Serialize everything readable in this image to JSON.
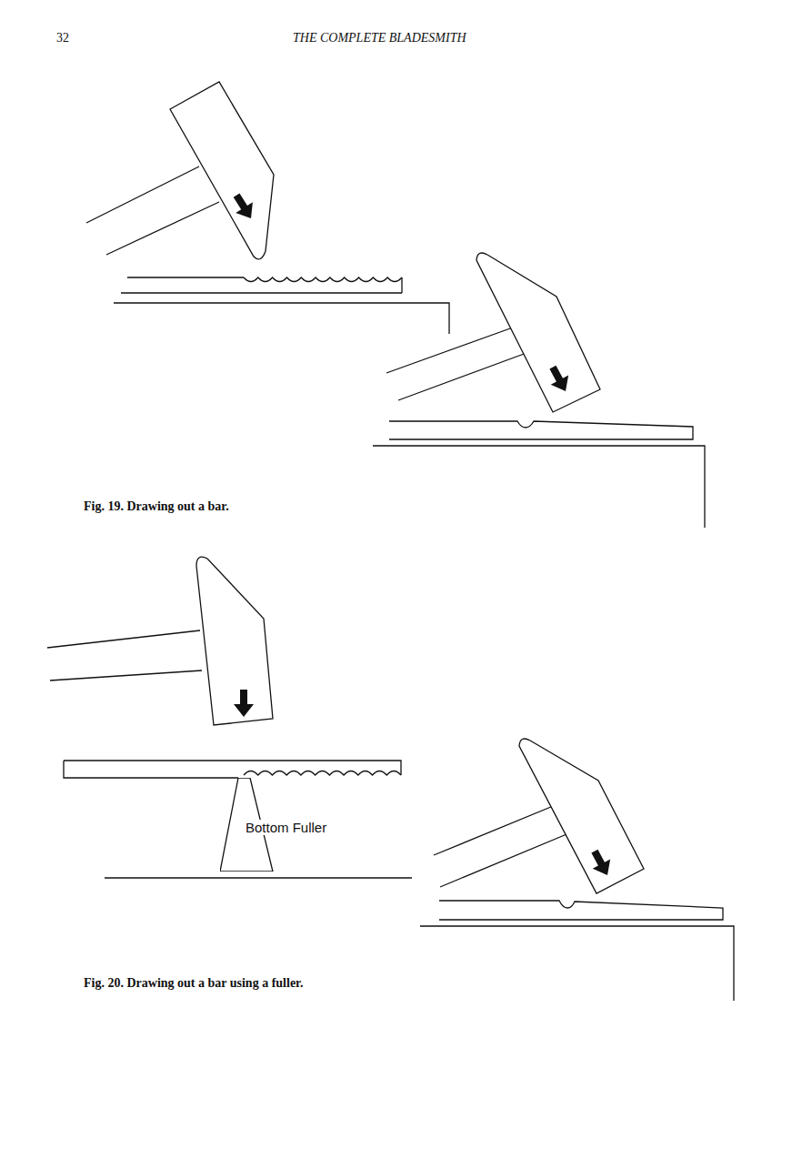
{
  "diagram": {
    "nodes": [
      {
        "text": [
          "Bottom Fuller"
        ]
      }
    ],
    "labels": [
      "32",
      "THE COMPLETE BLADESMITH",
      "Fig. 19. Drawing out a bar.",
      "Fig. 20. Drawing out a bar using a fuller."
    ]
  }
}
